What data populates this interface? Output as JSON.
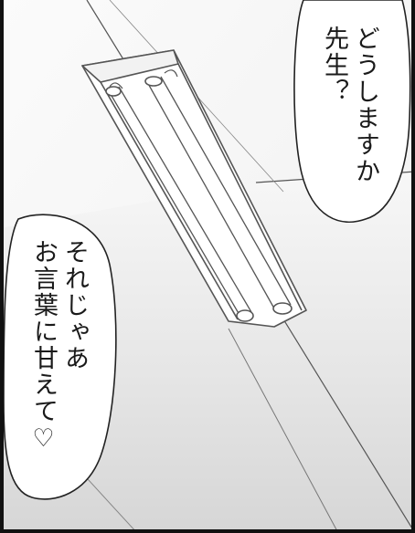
{
  "bubbles": {
    "right": {
      "lines": [
        "どうしますか",
        "先生？"
      ]
    },
    "left": {
      "lines": [
        "それじゃあ",
        "お言葉に甘えて♡"
      ]
    }
  },
  "colors": {
    "ink": "#1a1a1a",
    "paper": "#ffffff",
    "border": "#111111"
  }
}
